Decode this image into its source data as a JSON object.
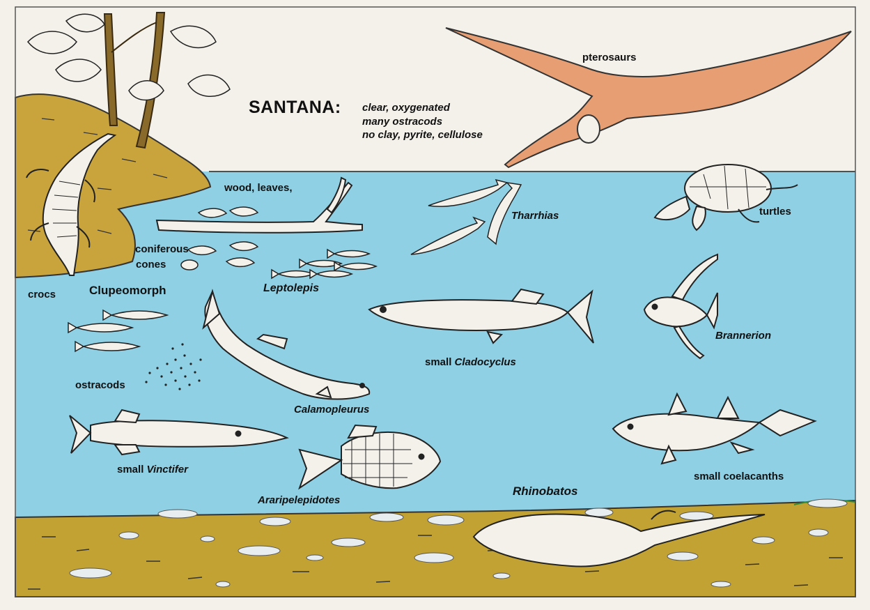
{
  "title": "SANTANA:",
  "notes": [
    "clear, oxygenated",
    "many ostracods",
    "no clay, pyrite, cellulose"
  ],
  "labels": {
    "pterosaurs": "pterosaurs",
    "wood_leaves": "wood, leaves,",
    "coniferous": "coniferous",
    "cones": "cones",
    "crocs": "crocs",
    "clupeomorph": "Clupeomorph",
    "leptolepis": "Leptolepis",
    "tharrhias": "Tharrhias",
    "turtles": "turtles",
    "ostracods": "ostracods",
    "cladocyclus_prefix": "small",
    "cladocyclus_name": "Cladocyclus",
    "brannerion": "Brannerion",
    "calamopleurus": "Calamopleurus",
    "vinctifer_prefix": "small",
    "vinctifer_name": "Vinctifer",
    "araripelepidotes": "Araripelepidotes",
    "rhinobatos": "Rhinobatos",
    "coelacanths": "small coelacanths"
  },
  "colors": {
    "water": "#8fd0e4",
    "sediment": "#c2a232",
    "land": "#c9a43c",
    "pterosaur": "#e79e73",
    "ink": "#111111",
    "paper": "#f4f1ea"
  }
}
